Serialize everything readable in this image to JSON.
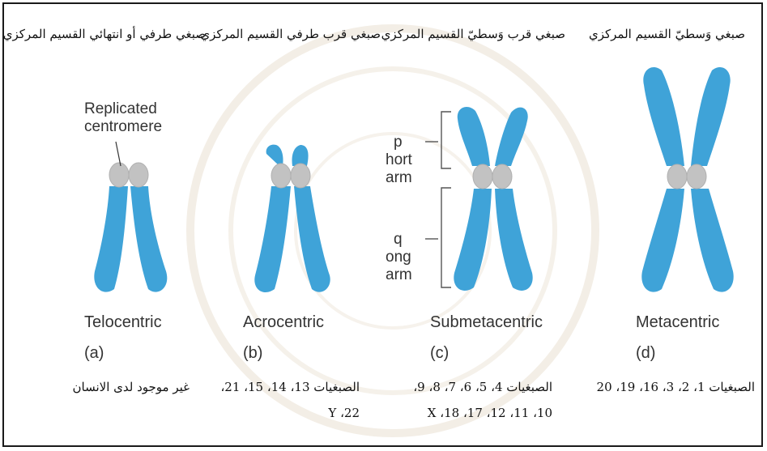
{
  "panels": [
    {
      "id": "a",
      "header_ar": "صبغي طرفي أو انتهائي القسيم المركزي",
      "type": "Telocentric",
      "letter": "(a)",
      "chromosomes_ar": "غير موجود لدى الانسان",
      "chromosomes_ar_line2": ""
    },
    {
      "id": "b",
      "header_ar": "صبغي قرب طرفي القسيم المركزي",
      "type": "Acrocentric",
      "letter": "(b)",
      "chromosomes_ar": "الصبغيات 13، 14، 15، 21،",
      "chromosomes_ar_line2": "22، Y"
    },
    {
      "id": "c",
      "header_ar": "صبغي قرب وَسطيّ القسيم المركزي",
      "type": "Submetacentric",
      "letter": "(c)",
      "chromosomes_ar": "الصبغيات  4، 5، 6، 7، 8، 9،",
      "chromosomes_ar_line2": "10، 11، 12، 17، 18، X"
    },
    {
      "id": "d",
      "header_ar": "صبغي وَسطيّ القسيم المركزي",
      "type": "Metacentric",
      "letter": "(d)",
      "chromosomes_ar": "الصبغيات 1، 2، 3، 16، 19، 20",
      "chromosomes_ar_line2": ""
    }
  ],
  "annotations": {
    "replicated_centromere": [
      "Replicated",
      "centromere"
    ],
    "p_arm": [
      "p",
      "hort",
      "arm"
    ],
    "q_arm": [
      "q",
      "ong",
      "arm"
    ]
  },
  "colors": {
    "chromatid": "#3fa3d8",
    "centromere": "#c2c2c2",
    "text": "#333333"
  }
}
